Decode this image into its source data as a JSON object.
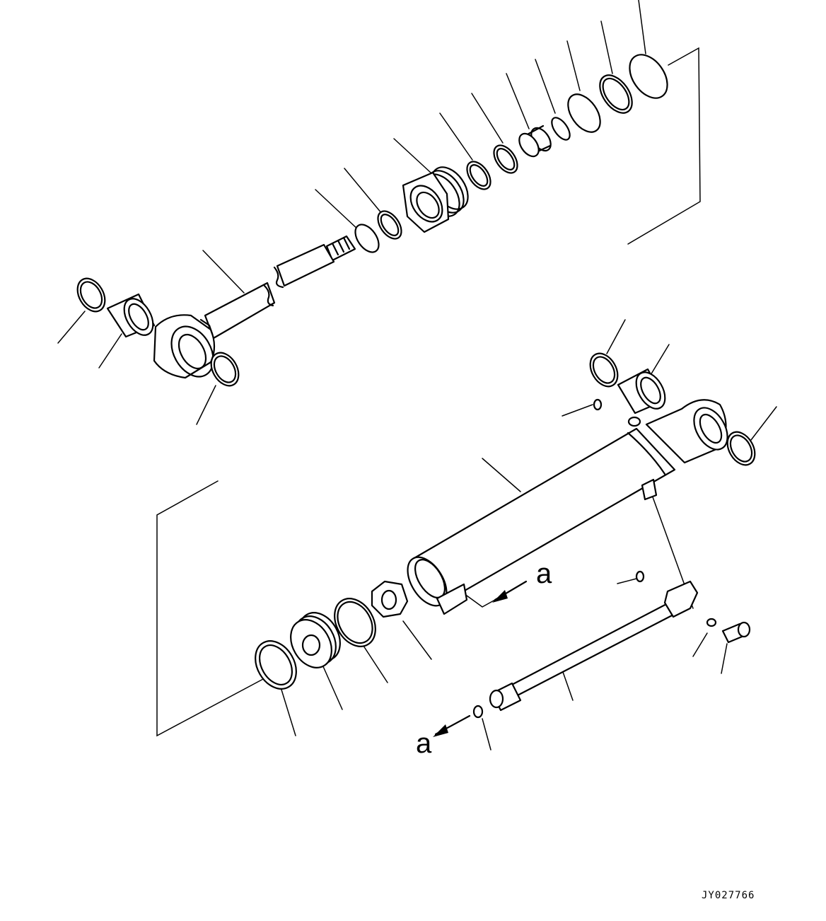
{
  "view_labels": {
    "upper": "a",
    "lower": "a"
  },
  "drawing_code": "JY027766",
  "colors": {
    "ink": "#000000",
    "paper": "#ffffff"
  }
}
